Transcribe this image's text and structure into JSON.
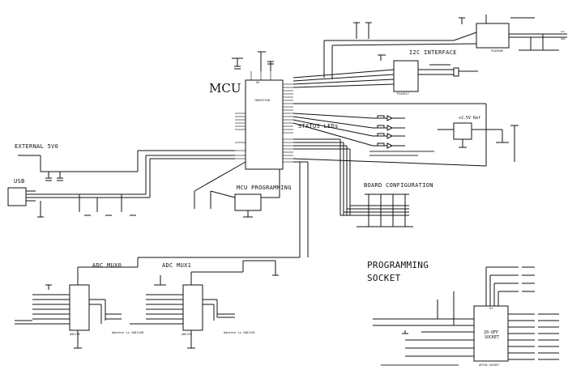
{
  "labels": {
    "mcu": "MCU",
    "i2c": "I2C INTERFACE",
    "status_leds": "STATUS LEDs",
    "ext5v": "EXTERNAL 5V0",
    "usb": "USB",
    "mcu_programming": "MCU PROGRAMMING",
    "board_config": "BOARD CONFIGURATION",
    "adc_mux0": "ADC MUX0",
    "adc_mux1": "ADC MUX1",
    "prog_socket_1": "PROGRAMMING",
    "prog_socket_2": "SOCKET",
    "vref": "+2.5V Ref",
    "addr0": "Address is 1001100",
    "addr1": "Address is 1001101"
  },
  "parts": {
    "mcu_ref": "U5",
    "mcu_part": "C8051F340",
    "i2c_part": "PCA9517",
    "top_part": "PCA9306",
    "mux0_part": "ADG728",
    "mux1_part": "ADG728",
    "socket_ref": "U1",
    "socket_name_1": "20-QFP",
    "socket_name_2": "SOCKET",
    "socket_part": "QFP20-SOCKET"
  }
}
